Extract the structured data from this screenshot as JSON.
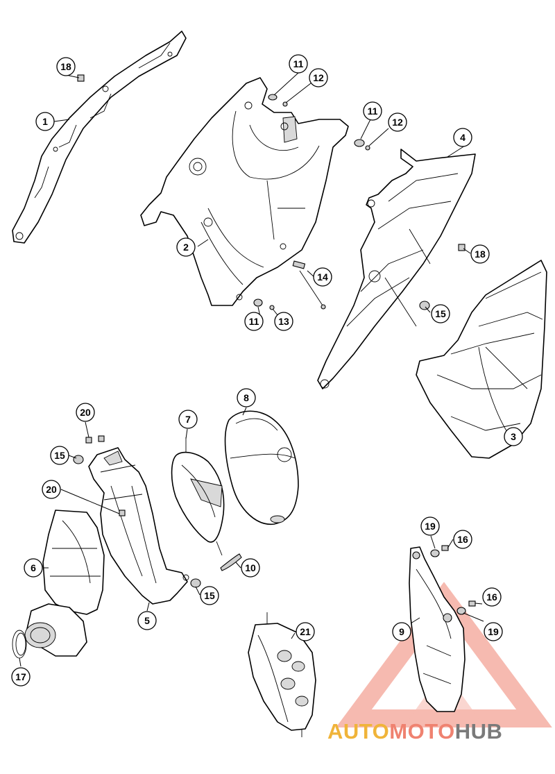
{
  "diagram": {
    "callouts": [
      {
        "id": "c1",
        "label": "1"
      },
      {
        "id": "c2",
        "label": "2"
      },
      {
        "id": "c3",
        "label": "3"
      },
      {
        "id": "c4",
        "label": "4"
      },
      {
        "id": "c5",
        "label": "5"
      },
      {
        "id": "c6",
        "label": "6"
      },
      {
        "id": "c7",
        "label": "7"
      },
      {
        "id": "c8",
        "label": "8"
      },
      {
        "id": "c9",
        "label": "9"
      },
      {
        "id": "c10",
        "label": "10"
      },
      {
        "id": "c11a",
        "label": "11"
      },
      {
        "id": "c11b",
        "label": "11"
      },
      {
        "id": "c11c",
        "label": "11"
      },
      {
        "id": "c12a",
        "label": "12"
      },
      {
        "id": "c12b",
        "label": "12"
      },
      {
        "id": "c13",
        "label": "13"
      },
      {
        "id": "c14",
        "label": "14"
      },
      {
        "id": "c15a",
        "label": "15"
      },
      {
        "id": "c15b",
        "label": "15"
      },
      {
        "id": "c15c",
        "label": "15"
      },
      {
        "id": "c16a",
        "label": "16"
      },
      {
        "id": "c16b",
        "label": "16"
      },
      {
        "id": "c17",
        "label": "17"
      },
      {
        "id": "c18a",
        "label": "18"
      },
      {
        "id": "c18b",
        "label": "18"
      },
      {
        "id": "c19a",
        "label": "19"
      },
      {
        "id": "c19b",
        "label": "19"
      },
      {
        "id": "c20a",
        "label": "20"
      },
      {
        "id": "c20b",
        "label": "20"
      },
      {
        "id": "c21",
        "label": "21"
      }
    ]
  },
  "watermark": {
    "part1": "AUTO",
    "part2": "MOTO",
    "part3": "HUB",
    "colors": {
      "auto": "#f0b43a",
      "moto": "#ef8270",
      "hub": "#7a7a7a",
      "triangle": "#ef8270"
    }
  }
}
